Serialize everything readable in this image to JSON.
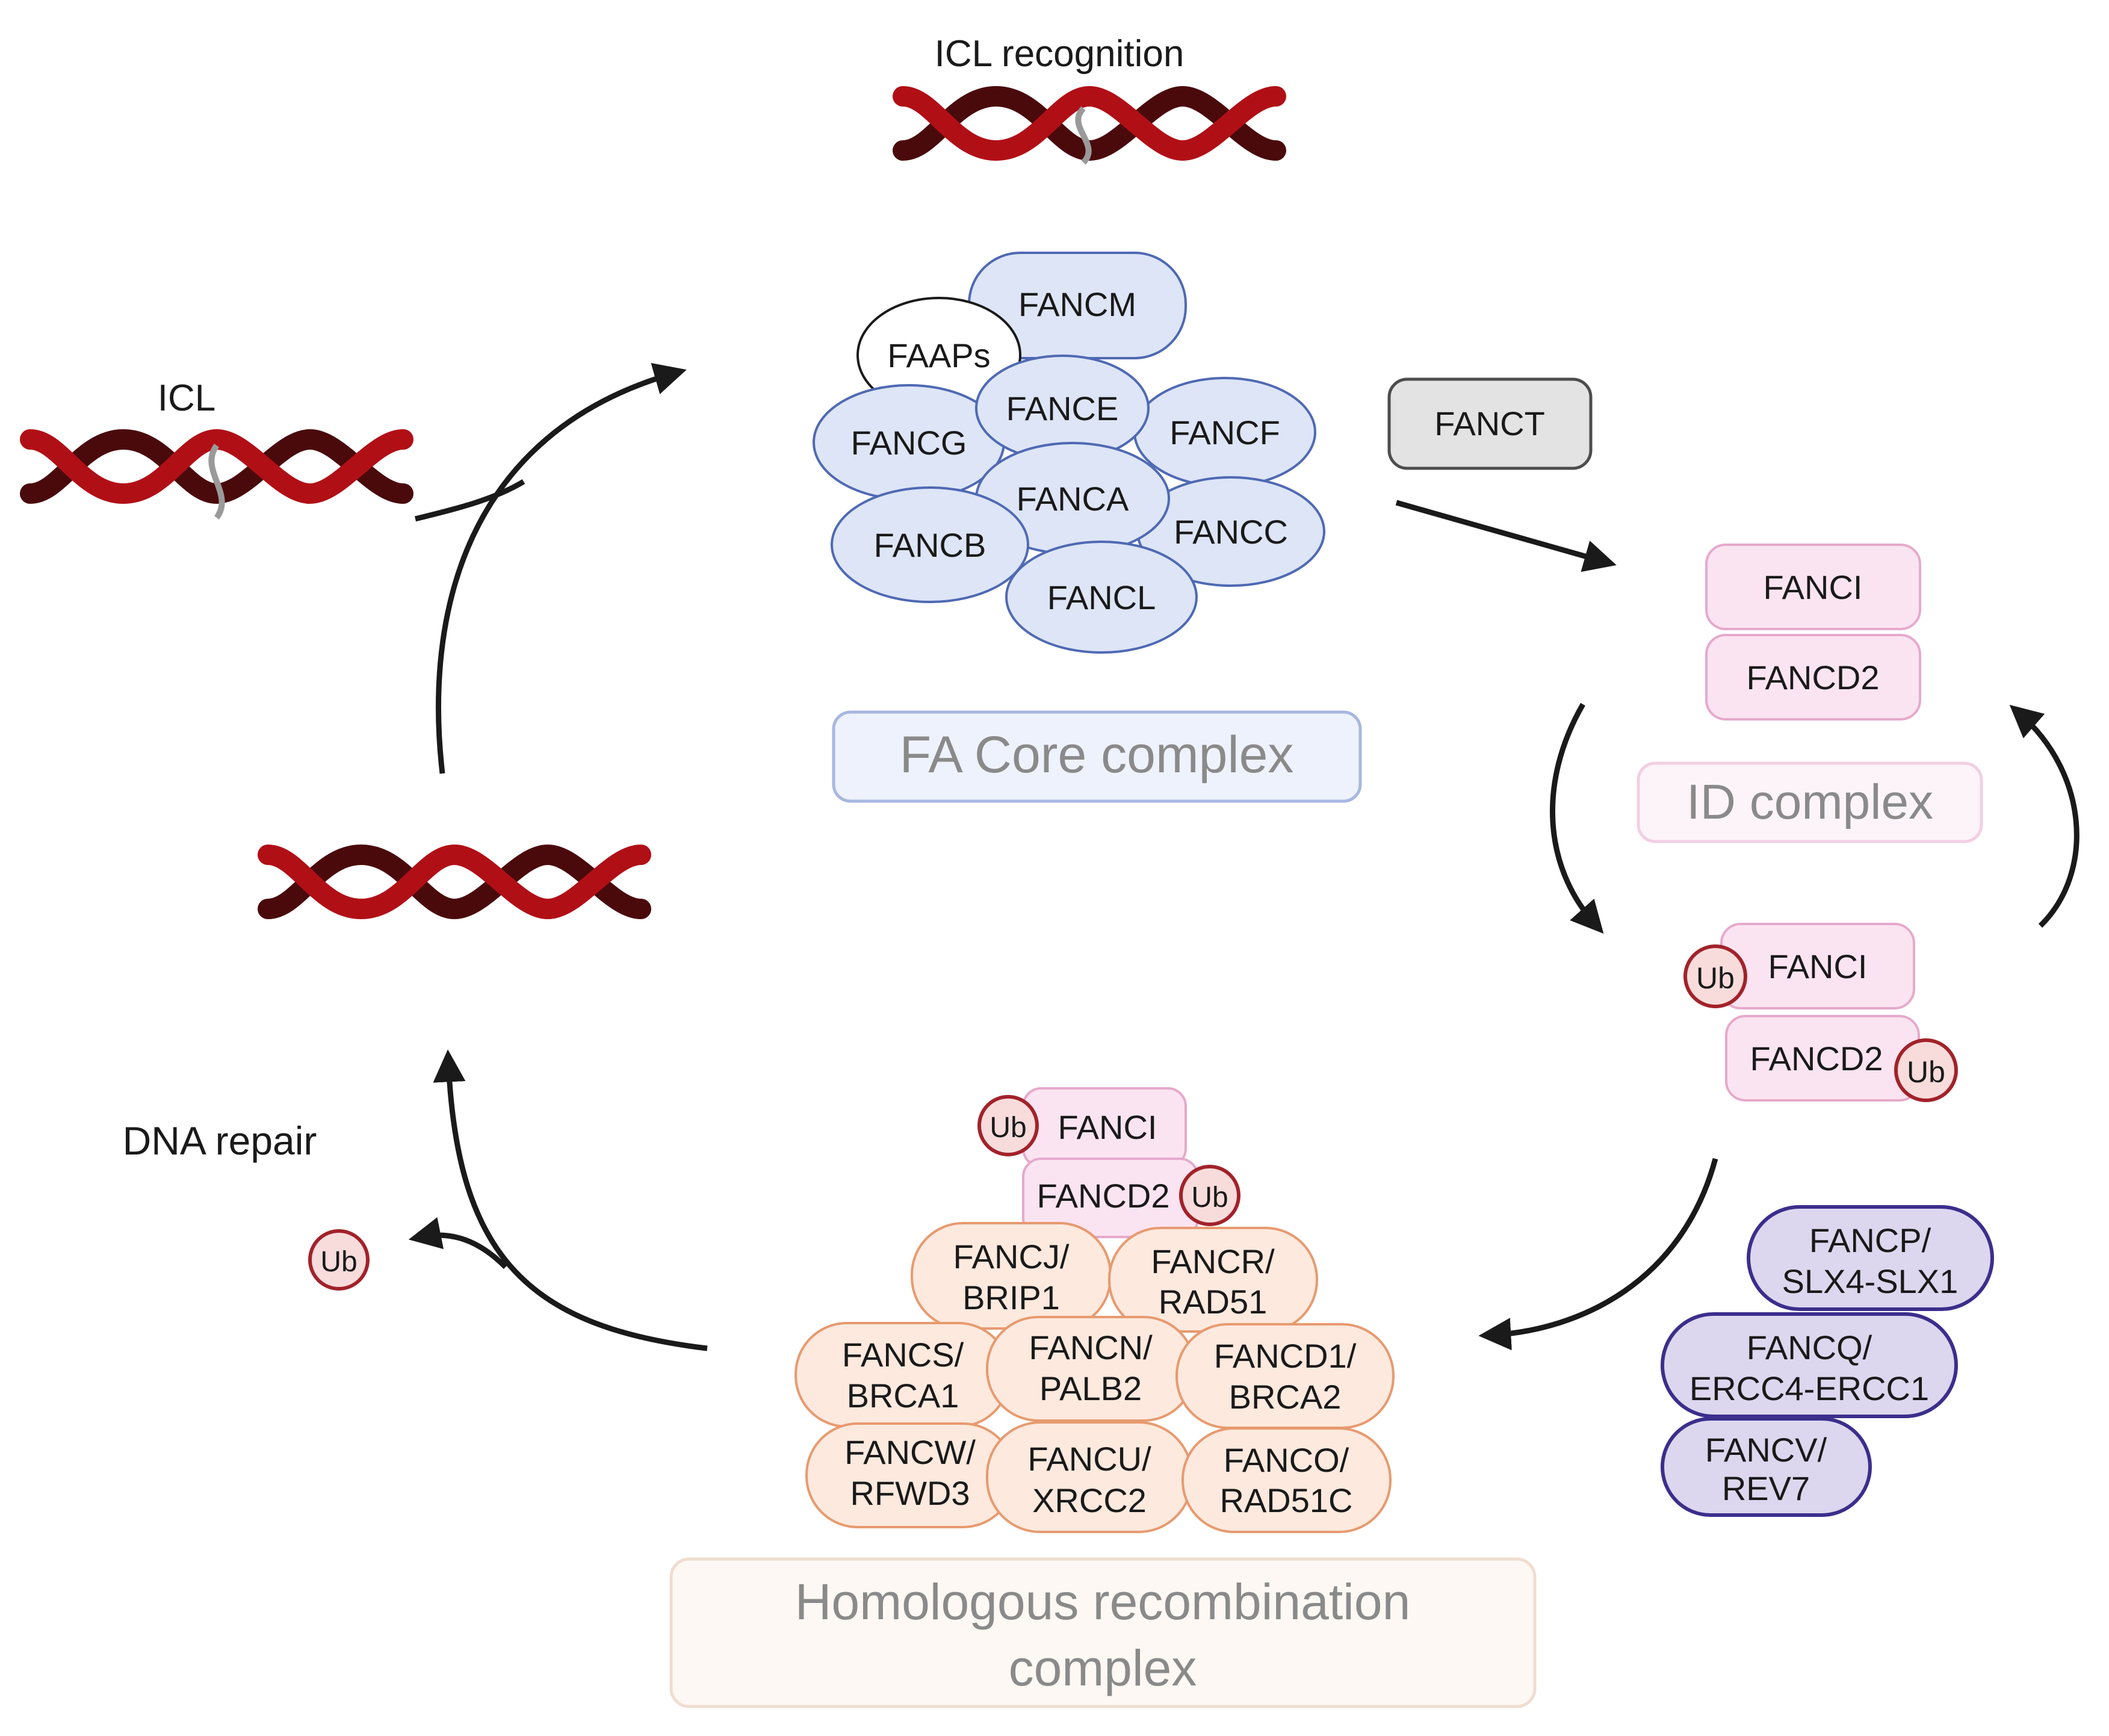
{
  "labels": {
    "icl_recognition": "ICL recognition",
    "icl": "ICL",
    "dna_repair": "DNA repair",
    "ub": "Ub",
    "fanct": "FANCT"
  },
  "fa_core": {
    "title": "FA Core complex",
    "faaps": "FAAPs",
    "proteins": [
      "FANCM",
      "FANCE",
      "FANCF",
      "FANCG",
      "FANCA",
      "FANCC",
      "FANCB",
      "FANCL"
    ]
  },
  "id_complex": {
    "title": "ID complex",
    "fanci": "FANCI",
    "fancd2": "FANCD2"
  },
  "hr_complex": {
    "title_line1": "Homologous recombination",
    "title_line2": "complex",
    "items": [
      [
        "FANCJ/",
        "BRIP1"
      ],
      [
        "FANCR/",
        "RAD51"
      ],
      [
        "FANCS/",
        "BRCA1"
      ],
      [
        "FANCN/",
        "PALB2"
      ],
      [
        "FANCD1/",
        "BRCA2"
      ],
      [
        "FANCW/",
        "RFWD3"
      ],
      [
        "FANCU/",
        "XRCC2"
      ],
      [
        "FANCO/",
        "RAD51C"
      ]
    ]
  },
  "nucleases": {
    "items": [
      [
        "FANCP/",
        "SLX4-SLX1"
      ],
      [
        "FANCQ/",
        "ERCC4-ERCC1"
      ],
      [
        "FANCV/",
        "REV7"
      ]
    ]
  },
  "colors": {
    "dna_red": "#b10f16",
    "dna_dark": "#4a0a0c",
    "core_fill": "#dde5f6",
    "core_stroke": "#4f69b3",
    "id_fill": "#fbe4f1",
    "id_stroke": "#e6a9cc",
    "hr_fill": "#fde9de",
    "hr_stroke": "#e79a6f",
    "nuc_fill": "#dcd7ee",
    "nuc_stroke": "#3b2e8c",
    "ub_fill": "#f8dcdc",
    "ub_stroke": "#a2222a",
    "fanct_fill": "#e3e3e3",
    "fanct_stroke": "#4d4d4d"
  }
}
